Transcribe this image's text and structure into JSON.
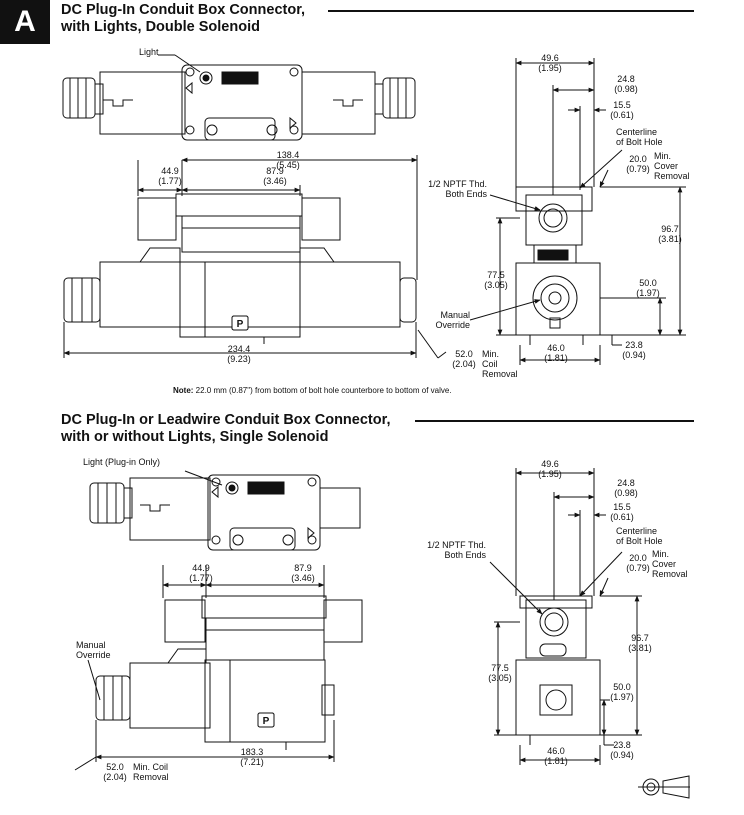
{
  "section_tab": "A",
  "section1": {
    "title_line1": "DC Plug-In Conduit Box Connector,",
    "title_line2": "with Lights, Double Solenoid",
    "labels": {
      "light": "Light",
      "d44_9": "44.9",
      "d44_9_in": "(1.77)",
      "d87_9": "87.9",
      "d87_9_in": "(3.46)",
      "d138_4": "138.4",
      "d138_4_in": "(5.45)",
      "d234_4": "234.4",
      "d234_4_in": "(9.23)",
      "d52_0": "52.0",
      "d52_0_in": "(2.04)",
      "min_coil": "Min.",
      "coil": "Coil",
      "removal": "Removal",
      "d49_6": "49.6",
      "d49_6_in": "(1.95)",
      "d24_8": "24.8",
      "d24_8_in": "(0.98)",
      "d15_5": "15.5",
      "d15_5_in": "(0.61)",
      "centerline1": "Centerline",
      "centerline2": "of Bolt Hole",
      "d20_0": "20.0",
      "d20_0_in": "(0.79)",
      "min_cover1": "Min.",
      "min_cover2": "Cover",
      "min_cover3": "Removal",
      "nptf1": "1/2 NPTF Thd.",
      "nptf2": "Both Ends",
      "d96_7": "96.7",
      "d96_7_in": "(3.81)",
      "d77_5": "77.5",
      "d77_5_in": "(3.05)",
      "d50_0": "50.0",
      "d50_0_in": "(1.97)",
      "manual1": "Manual",
      "manual2": "Override",
      "d46_0": "46.0",
      "d46_0_in": "(1.81)",
      "d23_8": "23.8",
      "d23_8_in": "(0.94)",
      "p_badge": "P"
    },
    "note_bold": "Note:",
    "note_text": " 22.0 mm (0.87\") from bottom of bolt hole counterbore to bottom of valve."
  },
  "section2": {
    "title_line1": "DC Plug-In or Leadwire Conduit Box Connector,",
    "title_line2": "with or without Lights, Single Solenoid",
    "labels": {
      "light": "Light (Plug-in Only)",
      "d44_9": "44.9",
      "d44_9_in": "(1.77)",
      "d87_9": "87.9",
      "d87_9_in": "(3.46)",
      "manual1": "Manual",
      "manual2": "Override",
      "d183_3": "183.3",
      "d183_3_in": "(7.21)",
      "d52_0": "52.0",
      "d52_0_in": "(2.04)",
      "min_coil": "Min. Coil",
      "removal": "Removal",
      "d49_6": "49.6",
      "d49_6_in": "(1.95)",
      "d24_8": "24.8",
      "d24_8_in": "(0.98)",
      "d15_5": "15.5",
      "d15_5_in": "(0.61)",
      "centerline1": "Centerline",
      "centerline2": "of Bolt Hole",
      "d20_0": "20.0",
      "d20_0_in": "(0.79)",
      "min_cover1": "Min.",
      "min_cover2": "Cover",
      "min_cover3": "Removal",
      "nptf1": "1/2 NPTF Thd.",
      "nptf2": "Both Ends",
      "d96_7": "96.7",
      "d96_7_in": "(3.81)",
      "d77_5": "77.5",
      "d77_5_in": "(3.05)",
      "d50_0": "50.0",
      "d50_0_in": "(1.97)",
      "d46_0": "46.0",
      "d46_0_in": "(1.81)",
      "d23_8": "23.8",
      "d23_8_in": "(0.94)",
      "p_badge": "P"
    }
  },
  "projection_symbol": "third-angle-projection-icon"
}
